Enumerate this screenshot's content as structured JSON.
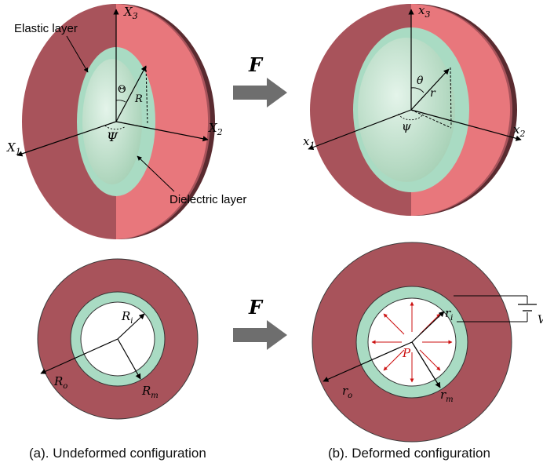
{
  "labels": {
    "elastic_layer": "Elastic layer",
    "dielectric_layer": "Dielectric layer",
    "arrow_F": "F",
    "X1": "X",
    "X1_sub": "1",
    "X2": "X",
    "X2_sub": "2",
    "X3": "X",
    "X3_sub": "3",
    "Theta": "Θ",
    "Psi": "Ψ",
    "R": "R",
    "x1": "x",
    "x1_sub": "1",
    "x2": "x",
    "x2_sub": "2",
    "x3": "x",
    "x3_sub": "3",
    "theta": "θ",
    "psi": "ψ",
    "r": "r",
    "Ri": "R",
    "Ri_sub": "i",
    "Ro": "R",
    "Ro_sub": "o",
    "Rm": "R",
    "Rm_sub": "m",
    "ri": "r",
    "ri_sub": "i",
    "ro": "r",
    "ro_sub": "o",
    "rm": "r",
    "rm_sub": "m",
    "P": "P",
    "V": "V"
  },
  "captions": {
    "a": "(a). Undeformed configuration",
    "b": "(b). Deformed configuration"
  },
  "colors": {
    "elastic_dark": "#a8535b",
    "elastic_light": "#e8777c",
    "dielectric": "#a9dbc3",
    "pressure_arrow": "#cc1111",
    "arrow_gray": "#6e6e6e"
  }
}
